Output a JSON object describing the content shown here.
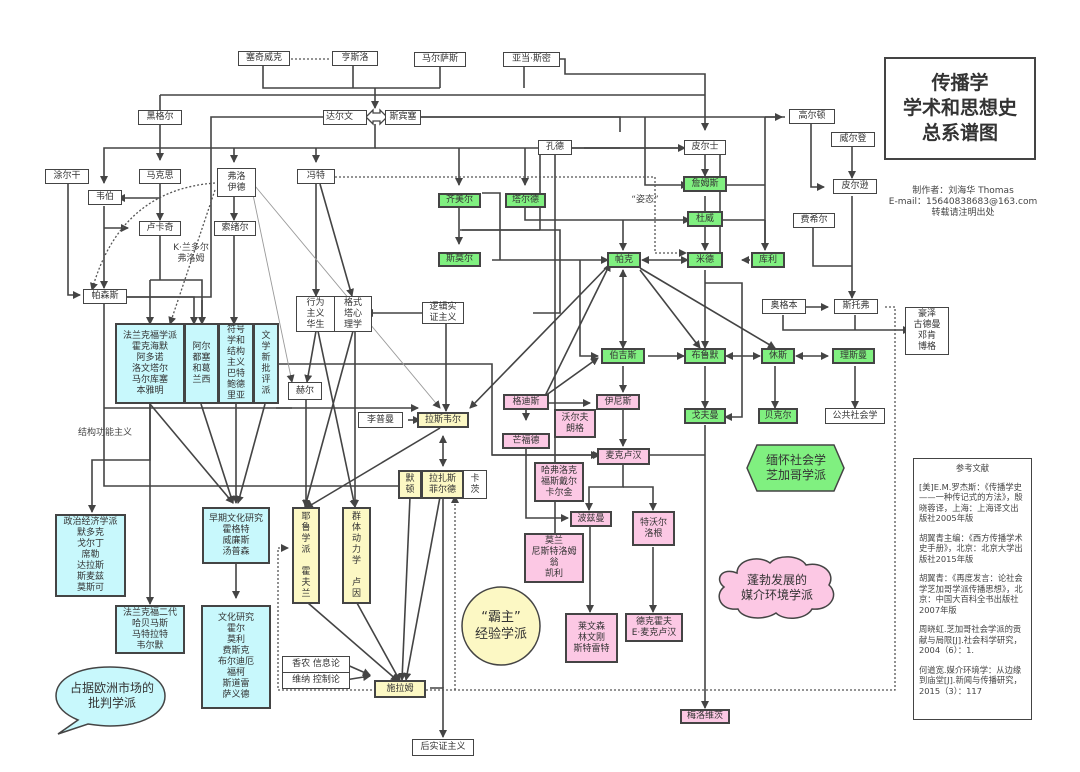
{
  "title": {
    "main": "传播学\n学术和思想史\n总系谱图",
    "author_line": "制作者：刘海华 Thomas",
    "email_line": "E-mail：15640838683@163.com",
    "note_line": "转载请注明出处"
  },
  "nodes": {
    "saqiweike": "塞奇威克",
    "hengsiluo": "亨斯洛",
    "maersasi": "马尔萨斯",
    "adamsmith": "亚当·斯密",
    "heigeer": "黑格尔",
    "darwin": "达尔文",
    "spencer": "斯宾塞",
    "gaoerdun": "高尔顿",
    "weierdeng": "威尔登",
    "pierxun": "皮尔逊",
    "feixier": "费希尔",
    "kongde": "孔德",
    "piershi": "皮尔士",
    "zhanmusi": "詹姆斯",
    "duwei": "杜威",
    "mide": "米德",
    "kuli": "库利",
    "pake": "帕克",
    "qimeier": "齐美尔",
    "taerde": "塔尔德",
    "simoer": "斯莫尔",
    "tuerqian": "涂尔干",
    "makesi": "马克思",
    "weibo": "韦伯",
    "lukaqi": "卢卡奇",
    "fuluoyide": "弗洛\n伊德",
    "suoxuer": "索绪尔",
    "fengte": "冯特",
    "pasensi": "帕森斯",
    "xingweizhuyi": "行为\n主义\n华生",
    "geshita": "格式\n塔心\n理学",
    "luojishizheng": "逻辑实\n证主义",
    "heer": "赫尔",
    "lipuman": "李普曼",
    "lasiweier": "拉斯韦尔",
    "modun": "默\n顿",
    "lazhasi": "拉扎斯\n菲尔德",
    "kaci": "卡\n茨",
    "yelu": "耶\n鲁\n学\n派\n\n霍\n夫\n兰",
    "qunti": "群\n体\n动\n力\n学\n\n卢\n因",
    "shilamu": "施拉姆",
    "xiangnong": "香农 信息论",
    "weina": "维纳 控制论",
    "houshizheng": "后实证主义",
    "frankfurt1": "法兰克福学派\n霍克海默\n阿多诺\n洛文塔尔\n马尔库塞\n本雅明",
    "aerdusai": "阿尔\n都塞\n和葛\n兰西",
    "fuhaoxue": "符号\n学和\n结构\n主义\n巴特\n鲍德\n里亚",
    "wenxue": "文\n学\n新\n批\n评\n派",
    "zhengzhijingji": "政治经济学派\n默多克\n戈尔丁\n席勒\n达拉斯\n斯麦兹\n莫斯可",
    "frankfurt2": "法兰克福二代\n哈贝马斯\n马特拉特\n韦尔默",
    "zaoqiwenhua": "早期文化研究\n霍格特\n威廉斯\n汤普森",
    "wenhuayanjiu": "文化研究\n霍尔\n莫利\n费斯克\n布尔迪厄\n福柯\n斯道雷\n萨义德",
    "bojisi": "伯吉斯",
    "bulumo": "布鲁默",
    "xiusi": "休斯",
    "lisiman": "理斯曼",
    "gefuman": "戈夫曼",
    "beikeer": "贝克尔",
    "gonggong": "公共社会学",
    "aogeben": "奥格本",
    "situofu": "斯托弗",
    "haoze": "豪泽\n古德曼\n邓肯\n博格",
    "gedisi": "格迪斯",
    "yinisi": "伊尼斯",
    "woerfu": "沃尔夫\n朗格",
    "mangfude": "芒福德",
    "maikeluhan": "麦克卢汉",
    "hafuluoke": "哈弗洛克\n福斯戴尔\n卡尔金",
    "boziman": "波兹曼",
    "teware": "特沃尔\n洛根",
    "molan": "莫兰\n尼斯特洛姆\n翁\n凯利",
    "laiwensen": "莱文森\n林文刚\n斯特雷特",
    "dekehuofu": "德克霍夫\nE·麦克卢汉",
    "meiluoweici": "梅洛维茨"
  },
  "labels": {
    "landuoer": "K·兰多尔\n弗洛姆",
    "jiegougongneng": "结构功能主义",
    "zitai": "“姿态”"
  },
  "schools": {
    "critical": "占据欧洲市场的\n批判学派",
    "empirical": "“霸主”\n经验学派",
    "chicago": "缅怀社会学\n芝加哥学派",
    "media": "蓬勃发展的\n媒介环境学派"
  },
  "references": {
    "title": "参考文献",
    "items": [
      "[美]E.M.罗杰斯：《传播学史——一种传记式的方法》，殷晓蓉译，上海：上海译文出版社2005年版",
      "胡翼青主编：《西方传播学术史手册》，北京：北京大学出版社2015年版",
      "胡翼青：《再度发言：论社会学芝加哥学派传播思想》，北京：中国大百科全书出版社2007年版",
      "周晓虹.芝加哥社会学派的贡献与局限[J].社会科学研究，2004（6）：1.",
      "何道宽.媒介环境学：从边缘到庙堂[J].新闻与传播研究，2015（3）：117"
    ]
  },
  "colors": {
    "chicago_green": "#80f080",
    "critical_cyan": "#c8f8fc",
    "media_pink": "#fcc8e4",
    "empirical_yellow": "#fcf8c4",
    "line": "#444444"
  }
}
